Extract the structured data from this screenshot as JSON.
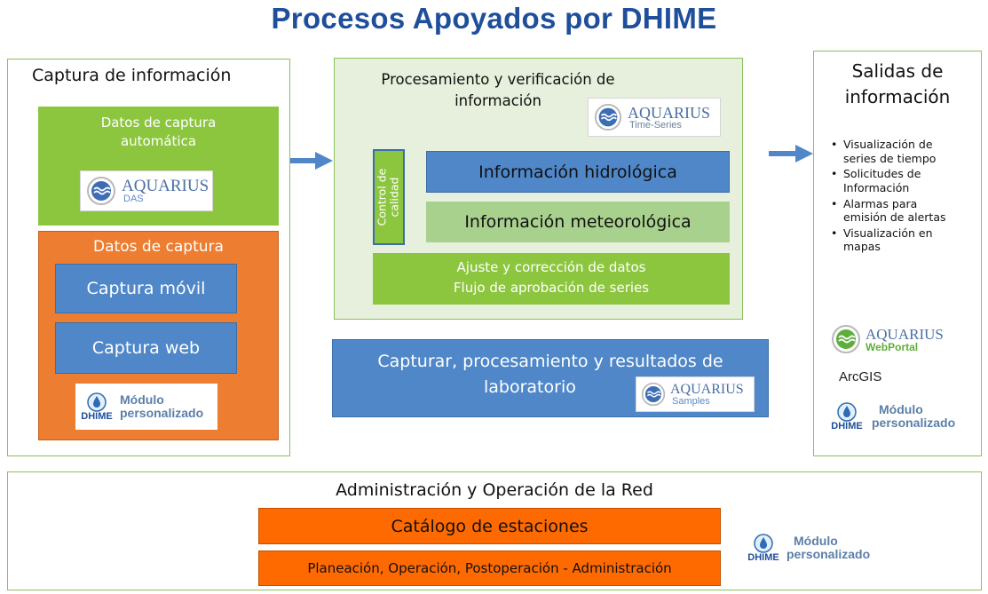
{
  "title": "Procesos Apoyados por DHIME",
  "captura": {
    "heading": "Captura de información",
    "automatica_line1": "Datos de captura",
    "automatica_line2": "automática",
    "aquarius_das": {
      "word": "AQUARIUS",
      "sub": "DAS"
    },
    "manual_heading": "Datos de captura",
    "movil": "Captura móvil",
    "web": "Captura web",
    "modulo": {
      "brand": "DHIME",
      "line1": "Módulo",
      "line2": "personalizado"
    }
  },
  "procesamiento": {
    "heading_line1": "Procesamiento y verificación de",
    "heading_line2": "información",
    "aquarius_ts": {
      "word": "AQUARIUS",
      "sub": "Time-Series"
    },
    "control_line1": "Control de",
    "control_line2": "calidad",
    "hidrologica": "Información hidrológica",
    "meteorologica": "Información meteorológica",
    "ajuste_line1": "Ajuste y corrección de datos",
    "ajuste_line2": "Flujo de aprobación de series"
  },
  "laboratorio": {
    "line1": "Capturar, procesamiento y resultados de",
    "line2": "laboratorio",
    "aquarius_samples": {
      "word": "AQUARIUS",
      "sub": "Samples"
    }
  },
  "salidas": {
    "heading_line1": "Salidas de",
    "heading_line2": "información",
    "items": [
      {
        "line1": "Visualización de",
        "line2": "series de tiempo"
      },
      {
        "line1": "Solicitudes de",
        "line2": "Información"
      },
      {
        "line1": "Alarmas para",
        "line2": "emisión de alertas"
      },
      {
        "line1": "Visualización en",
        "line2": "mapas"
      }
    ],
    "aquarius_web": {
      "word": "AQUARIUS",
      "sub": "WebPortal"
    },
    "arcgis": "ArcGIS",
    "modulo": {
      "brand": "DHIME",
      "line1": "Módulo",
      "line2": "personalizado"
    }
  },
  "admin": {
    "heading": "Administración y Operación de la Red",
    "catalogo": "Catálogo de estaciones",
    "planeacion": "Planeación, Operación, Postoperación - Administración",
    "modulo": {
      "brand": "DHIME",
      "line1": "Módulo",
      "line2": "personalizado"
    }
  },
  "colors": {
    "title_blue": "#1f4e9b",
    "panel_border_green": "#8dc05a",
    "box_blue": "#4f87c8",
    "box_green": "#8cc63f",
    "box_light_green": "#a9d18e",
    "box_orange": "#ff6a00",
    "panel_orange": "#ed7d31",
    "arrow_blue": "#4f87c8"
  },
  "icons": [
    "aquarius-logo-icon",
    "dhime-drop-icon",
    "arrow-right-icon"
  ]
}
